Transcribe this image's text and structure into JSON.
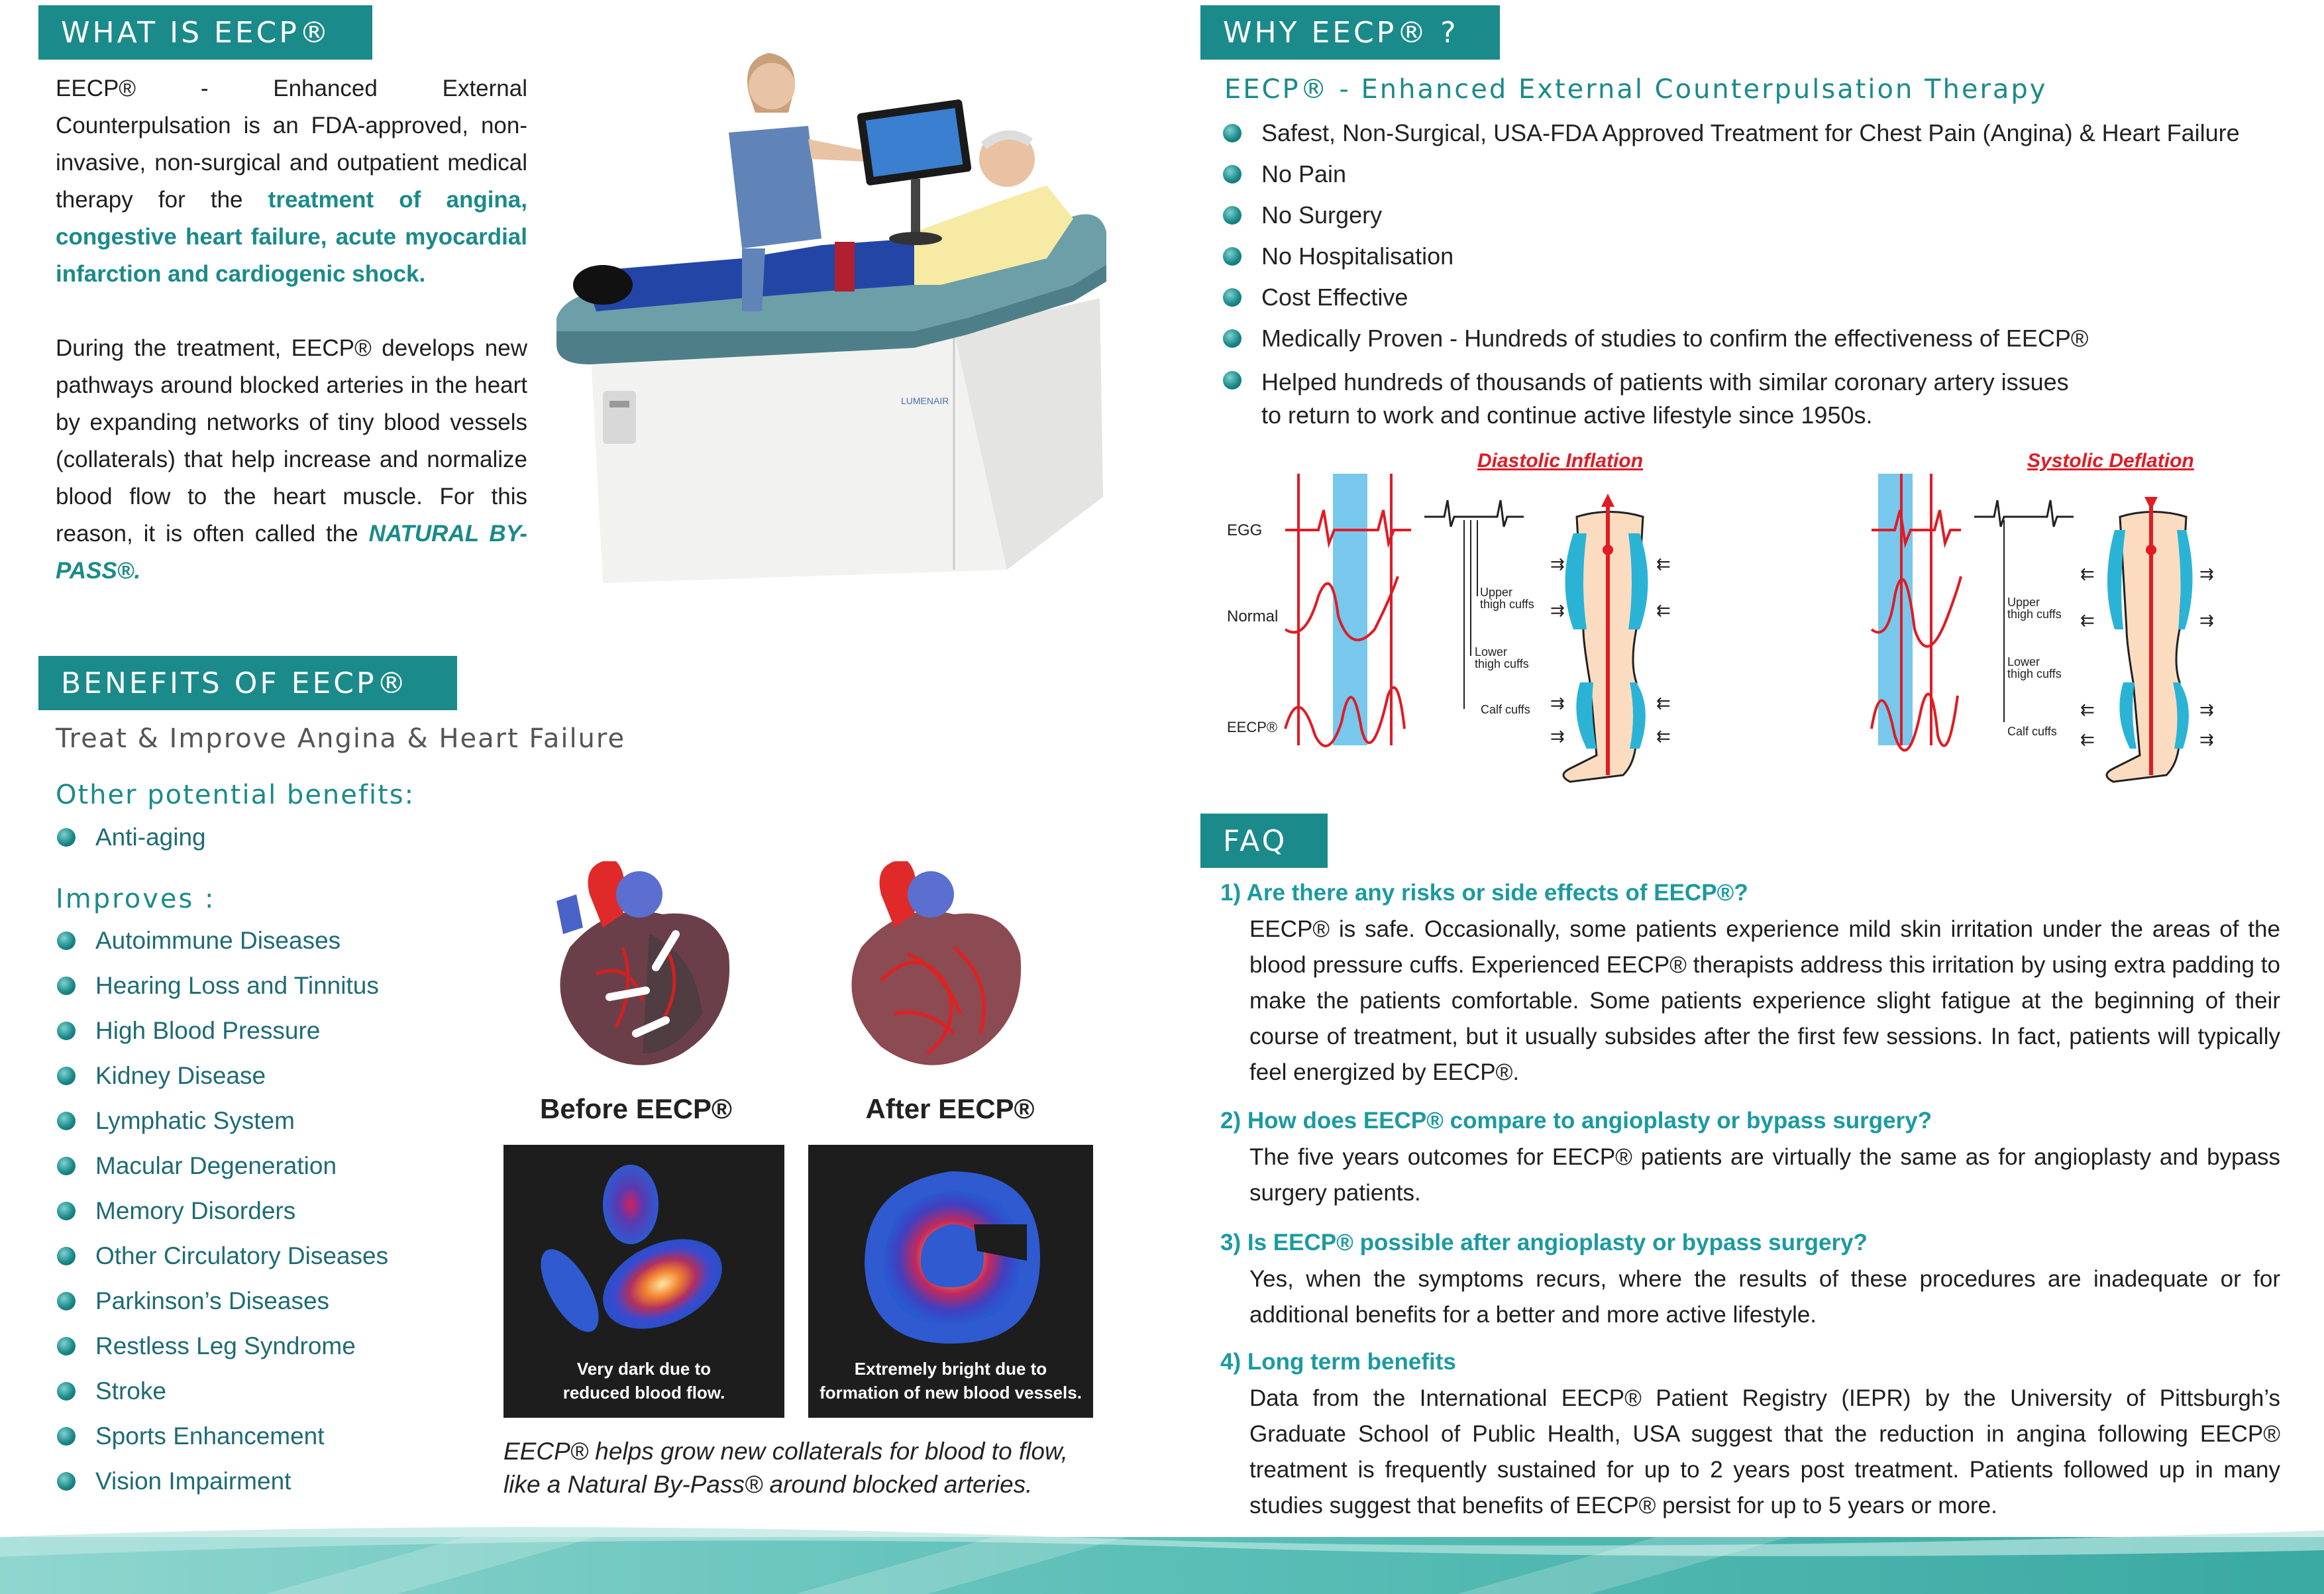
{
  "what": {
    "header": "WHAT IS EECP®",
    "p1_lead": "EECP® - Enhanced External Counterpulsation is an FDA-approved, non-invasive, non-surgical and outpatient medical therapy for the ",
    "p1_highlight": "treatment of angina, congestive heart failure, acute myocardial infarction and cardiogenic shock.",
    "p2_lead": "During the treatment, EECP® develops new pathways around blocked arteries in the heart by expanding networks of tiny blood vessels (collaterals) that help increase and normalize blood flow to the heart muscle. For this reason, it is often called the ",
    "p2_highlight": "NATURAL BY-PASS®."
  },
  "device": {
    "brand": "LUMENAIR"
  },
  "benefits": {
    "header": "BENEFITS OF EECP®",
    "subtitle": "Treat & Improve Angina & Heart Failure",
    "other_title": "Other potential benefits:",
    "other_items": [
      "Anti-aging"
    ],
    "improves_title": "Improves :",
    "improves_items": [
      "Autoimmune Diseases",
      "Hearing Loss and Tinnitus",
      "High Blood Pressure",
      "Kidney Disease",
      "Lymphatic System",
      "Macular Degeneration",
      "Memory Disorders",
      "Other Circulatory Diseases",
      "Parkinson’s Diseases",
      "Restless Leg Syndrome",
      "Stroke",
      "Sports Enhancement",
      "Vision Impairment"
    ]
  },
  "hearts": {
    "before_label": "Before EECP®",
    "after_label": "After EECP®",
    "before_caption_1": "Very dark due to",
    "before_caption_2": "reduced blood flow.",
    "after_caption_1": "Extremely bright due to",
    "after_caption_2": "formation of new blood vessels.",
    "footer_1": "EECP® helps grow new collaterals for blood to flow,",
    "footer_2": "like a Natural By-Pass® around blocked arteries."
  },
  "why": {
    "header": "WHY EECP® ?",
    "subtitle": "EECP® - Enhanced External Counterpulsation Therapy",
    "items": [
      "Safest, Non-Surgical, USA-FDA Approved Treatment for Chest Pain (Angina) & Heart Failure",
      "No Pain",
      "No Surgery",
      "No Hospitalisation",
      "Cost Effective",
      "Medically Proven - Hundreds of studies to confirm the effectiveness of EECP®"
    ],
    "last_item_1": "Helped hundreds of thousands of patients with similar coronary artery issues",
    "last_item_2": "to return to work and continue active lifestyle since 1950s."
  },
  "diagram": {
    "diastolic_title": "Diastolic Inflation",
    "systolic_title": "Systolic Deflation",
    "egg_label": "EGG",
    "normal_label": "Normal",
    "eecp_label": "EECP®",
    "upper_cuffs": "Upper thigh cuffs",
    "lower_cuffs": "Lower thigh cuffs",
    "calf_cuffs": "Calf cuffs",
    "colors": {
      "red": "#e01b24",
      "blue": "#77c8ec",
      "cuff": "#2bb3d6",
      "skin": "#fbdcc0"
    }
  },
  "faq": {
    "header": "FAQ",
    "items": [
      {
        "q": "1) Are there any risks or side effects of EECP®?",
        "a": "EECP® is safe. Occasionally, some patients experience mild skin irritation under the areas of the blood pressure cuffs. Experienced EECP® therapists address this irritation by using extra padding to make the patients comfortable. Some patients experience slight fatigue at the beginning of their course of treatment, but it usually subsides after the first few sessions. In fact, patients will typically feel energized by EECP®."
      },
      {
        "q": "2) How does EECP® compare to angioplasty or bypass surgery?",
        "a": "The five years outcomes for EECP® patients are virtually the same as for angioplasty and bypass surgery patients."
      },
      {
        "q": "3) Is EECP® possible after angioplasty or bypass surgery?",
        "a": "Yes, when the symptoms recurs, where the results of these procedures are inadequate or for additional benefits for a better and more active lifestyle."
      },
      {
        "q": "4) Long term benefits",
        "a": "Data from the International EECP® Patient Registry (IEPR) by the University of Pittsburgh’s Graduate School of Public Health, USA suggest that the reduction in angina following EECP® treatment is frequently sustained for up to 2 years post treatment. Patients followed up in many studies suggest that benefits of EECP® persist for up to 5 years or more."
      }
    ]
  },
  "theme": {
    "accent": "#1b8a8a",
    "link": "#1b9aa0"
  }
}
